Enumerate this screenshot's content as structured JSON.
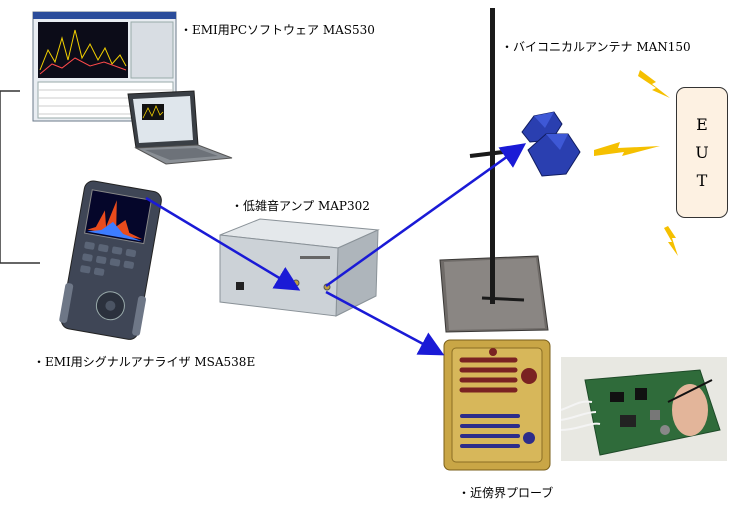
{
  "labels": {
    "software": "・EMI用PCソフトウェア MAS530",
    "antenna": "・バイコニカルアンテナ MAN150",
    "amplifier": "・低雑音アンプ MAP302",
    "analyzer": "・EMI用シグナルアナライザ MSA538E",
    "probe": "・近傍界プローブ"
  },
  "eut": {
    "letters": [
      "E",
      "U",
      "T"
    ]
  },
  "colors": {
    "arrow": "#1a1ad6",
    "bolt": "#f5c000",
    "eut_bg": "#fdf1e2",
    "analyzer_body": "#3f4656",
    "amp_body": "#c9cfd4",
    "probe_case": "#c9a646",
    "antenna": "#2a3fb0",
    "pcb": "#2f6b3a"
  }
}
